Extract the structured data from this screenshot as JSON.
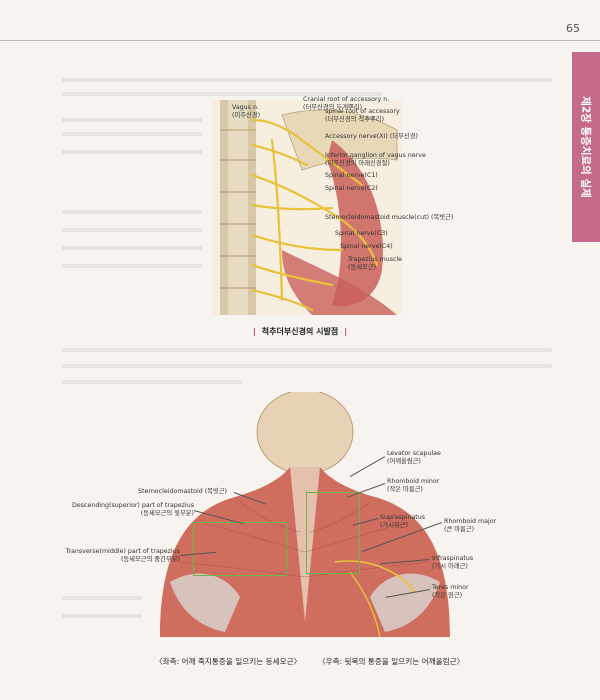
{
  "page": {
    "number": "65",
    "chapter_tab": "제2장 통증치료의 실제"
  },
  "figure_top": {
    "caption": "척추더부신경의 시발점",
    "labels": {
      "cranial_root": "Cranial root of accessory n.",
      "cranial_root_ko": "(더부신경의 두개뿌리)",
      "vagus": "Vagus n.",
      "vagus_ko": "(미주신경)",
      "spinal_root": "spinal root of accessory",
      "spinal_root_ko": "(더부신경의 척추뿌리)",
      "accessory_nerve": "Accessory nerve(XI) (더부신경)",
      "inferior_ganglion": "Inferior ganglion of vagus nerve",
      "inferior_ganglion_ko": "(미주신경의 아래신경절)",
      "spinal_c1": "Spinal nerve(C1)",
      "spinal_c2": "Spinal nerve(C2)",
      "scm_cut": "Sternocleidomastoid muscle(cut) (목빗근)",
      "spinal_c3": "Spinal nerve(C3)",
      "spinal_c4": "Spinal nerve(C4)",
      "trapezius": "Trapezius muscle",
      "trapezius_ko": "(등세모근)"
    }
  },
  "figure_bottom": {
    "labels": {
      "levator": "Levator scapulae",
      "levator_ko": "(어깨올림근)",
      "rhomboid_minor": "Rhomboid minor",
      "rhomboid_minor_ko": "(작은 마름근)",
      "scm": "Sternocleidomastoid (목빗근)",
      "descending_trap": "Descending(superior) part of trapezius",
      "descending_trap_ko": "(등세모근의 윗부분)",
      "supraspinatus": "Supraspinatus",
      "supraspinatus_ko": "(가시위근)",
      "rhomboid_major": "Rhomboid major",
      "rhomboid_major_ko": "(큰 마름근)",
      "transverse_trap": "Transverse(middle) part of trapezius",
      "transverse_trap_ko": "(등세모근의 중간부분)",
      "infraspinatus": "Infraspinatus",
      "infraspinatus_ko": "(가시 아래근)",
      "teres_minor": "Teres minor",
      "teres_minor_ko": "(작은 원근)"
    },
    "caption_left": "〈좌측: 어깨 죽지통증을 일으키는 등세모근〉",
    "caption_right": "〈우측: 뒷목의 통증을 일으키는 어깨올림근〉"
  },
  "colors": {
    "accent": "#c46a8a",
    "highlight_box": "#6fb64a",
    "nerve": "#e8c23a",
    "muscle": "#c9605a"
  }
}
